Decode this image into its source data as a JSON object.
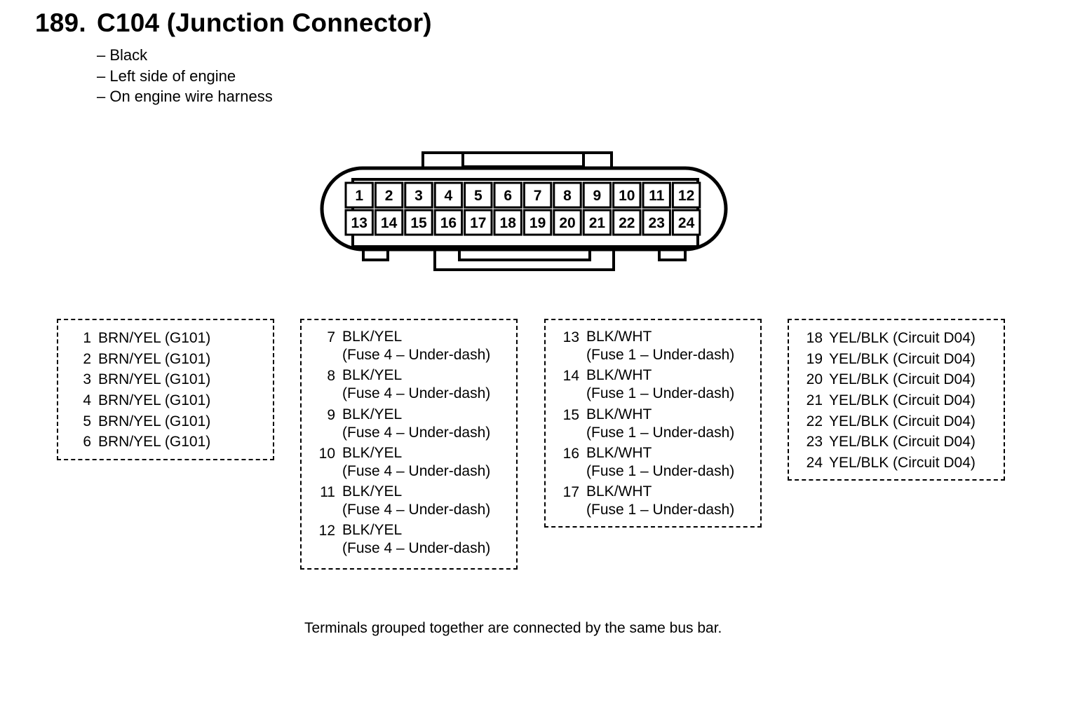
{
  "header": {
    "number": "189.",
    "title": "C104 (Junction Connector)"
  },
  "description": [
    "– Black",
    "– Left side of engine",
    "– On engine wire harness"
  ],
  "connector": {
    "top_row": [
      "1",
      "2",
      "3",
      "4",
      "5",
      "6",
      "7",
      "8",
      "9",
      "10",
      "11",
      "12"
    ],
    "bottom_row": [
      "13",
      "14",
      "15",
      "16",
      "17",
      "18",
      "19",
      "20",
      "21",
      "22",
      "23",
      "24"
    ]
  },
  "groups": [
    {
      "entries": [
        {
          "pin": "1",
          "lines": [
            "BRN/YEL (G101)"
          ]
        },
        {
          "pin": "2",
          "lines": [
            "BRN/YEL (G101)"
          ]
        },
        {
          "pin": "3",
          "lines": [
            "BRN/YEL (G101)"
          ]
        },
        {
          "pin": "4",
          "lines": [
            "BRN/YEL (G101)"
          ]
        },
        {
          "pin": "5",
          "lines": [
            "BRN/YEL (G101)"
          ]
        },
        {
          "pin": "6",
          "lines": [
            "BRN/YEL (G101)"
          ]
        }
      ]
    },
    {
      "entries": [
        {
          "pin": "7",
          "lines": [
            "BLK/YEL",
            "(Fuse 4 – Under-dash)"
          ]
        },
        {
          "pin": "8",
          "lines": [
            "BLK/YEL",
            "(Fuse 4 – Under-dash)"
          ]
        },
        {
          "pin": "9",
          "lines": [
            "BLK/YEL",
            "(Fuse 4 – Under-dash)"
          ]
        },
        {
          "pin": "10",
          "lines": [
            "BLK/YEL",
            "(Fuse 4 – Under-dash)"
          ]
        },
        {
          "pin": "11",
          "lines": [
            "BLK/YEL",
            "(Fuse 4 – Under-dash)"
          ]
        },
        {
          "pin": "12",
          "lines": [
            "BLK/YEL",
            "(Fuse 4 – Under-dash)"
          ]
        }
      ]
    },
    {
      "entries": [
        {
          "pin": "13",
          "lines": [
            "BLK/WHT",
            "(Fuse 1 – Under-dash)"
          ]
        },
        {
          "pin": "14",
          "lines": [
            "BLK/WHT",
            "(Fuse 1 – Under-dash)"
          ]
        },
        {
          "pin": "15",
          "lines": [
            "BLK/WHT",
            "(Fuse 1 – Under-dash)"
          ]
        },
        {
          "pin": "16",
          "lines": [
            "BLK/WHT",
            "(Fuse 1 – Under-dash)"
          ]
        },
        {
          "pin": "17",
          "lines": [
            "BLK/WHT",
            "(Fuse 1 – Under-dash)"
          ]
        }
      ]
    },
    {
      "entries": [
        {
          "pin": "18",
          "lines": [
            "YEL/BLK (Circuit D04)"
          ]
        },
        {
          "pin": "19",
          "lines": [
            "YEL/BLK (Circuit D04)"
          ]
        },
        {
          "pin": "20",
          "lines": [
            "YEL/BLK (Circuit D04)"
          ]
        },
        {
          "pin": "21",
          "lines": [
            "YEL/BLK (Circuit D04)"
          ]
        },
        {
          "pin": "22",
          "lines": [
            "YEL/BLK (Circuit D04)"
          ]
        },
        {
          "pin": "23",
          "lines": [
            "YEL/BLK (Circuit D04)"
          ]
        },
        {
          "pin": "24",
          "lines": [
            "YEL/BLK (Circuit D04)"
          ]
        }
      ]
    }
  ],
  "footnote": "Terminals grouped together are connected by the same bus bar."
}
